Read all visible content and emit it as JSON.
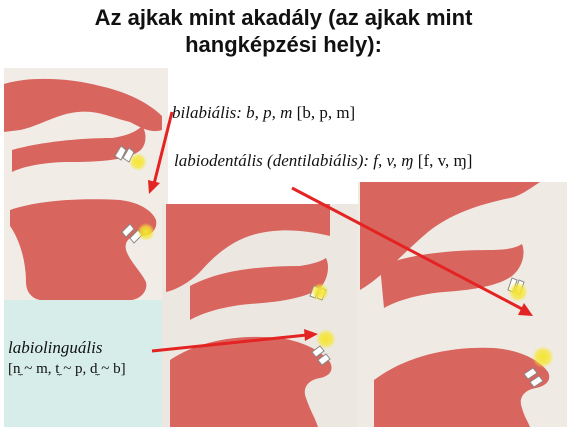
{
  "title": {
    "line1": "Az ajkak mint akadály (az ajkak mint",
    "line2": "hangképzési hely):"
  },
  "labels": {
    "bilabial_term": "bilabiális: b, p, m",
    "bilabial_ipa": "[b, p, m]",
    "labiodental_term": "labiodentális (dentilabiális): f, v, ɱ",
    "labiodental_ipa": "[f, v, ɱ]",
    "labiolingual_term": "labiolinguális",
    "labiolingual_ipa": "[n̼ ~ m, t̼ ~ p, d̼ ~ b]"
  },
  "colors": {
    "tract": "#d9655f",
    "tract_dark": "#c0504d",
    "panel_left": "#f1ede6",
    "panel_teal": "#d6ede9",
    "arrow": "#e42323",
    "glow": "#f5e631"
  }
}
